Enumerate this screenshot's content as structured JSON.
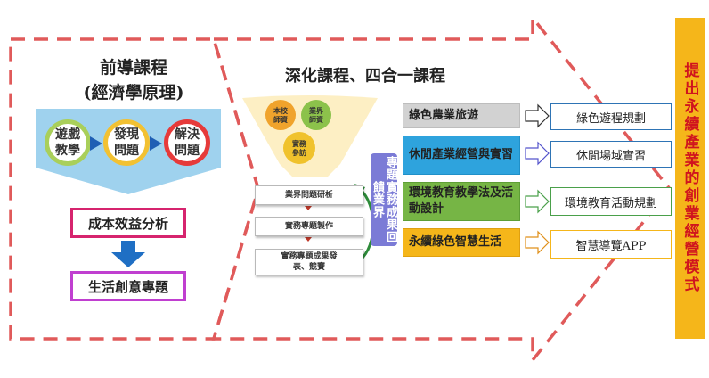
{
  "left": {
    "title": "前導課程",
    "subtitle": "(經濟學原理)",
    "circles": [
      {
        "label": "遊戲教學",
        "color": "#a9cf5a"
      },
      {
        "label": "發現問題",
        "color": "#f2c132"
      },
      {
        "label": "解決問題",
        "color": "#e63a3a"
      }
    ],
    "box1": "成本效益分析",
    "box2": "生活創意專題"
  },
  "middle": {
    "title": "深化課程、四合一課程",
    "funnel": [
      {
        "label": "本校師資",
        "color": "#f0a32c"
      },
      {
        "label": "業界師資",
        "color": "#8cc24b"
      },
      {
        "label": "實務參訪",
        "color": "#f0c22c"
      }
    ],
    "steps": [
      "業界問題研析",
      "實務專題製作",
      "實務專題成果發表、競賽"
    ],
    "vertical_label": "專題實務成果回饋業界"
  },
  "topics": [
    {
      "label": "綠色農業旅遊",
      "fill": "#d2d2d2",
      "border": "#bdbdbd",
      "result": "綠色遊程規劃",
      "result_border": "#2e74b5"
    },
    {
      "label": "休閒產業經營與實習",
      "fill": "#2ea3dd",
      "border": "#2090c8",
      "result": "休閒場域實習",
      "result_border": "#2e74b5"
    },
    {
      "label": "環境教育教學法及活動設計",
      "fill": "#76b545",
      "border": "#5e9e36",
      "result": "環境教育活動規劃",
      "result_border": "#4aa04a"
    },
    {
      "label": "永續綠色智慧生活",
      "fill": "#f5b61a",
      "border": "#e0a010",
      "result": "智慧導覽APP",
      "result_border": "#f5b61a"
    }
  ],
  "side_label": "提出永續產業的創業經營模式",
  "colors": {
    "dashed_border": "#e05a5a",
    "side_bg": "#f5b61a",
    "side_text": "#d0141e"
  }
}
